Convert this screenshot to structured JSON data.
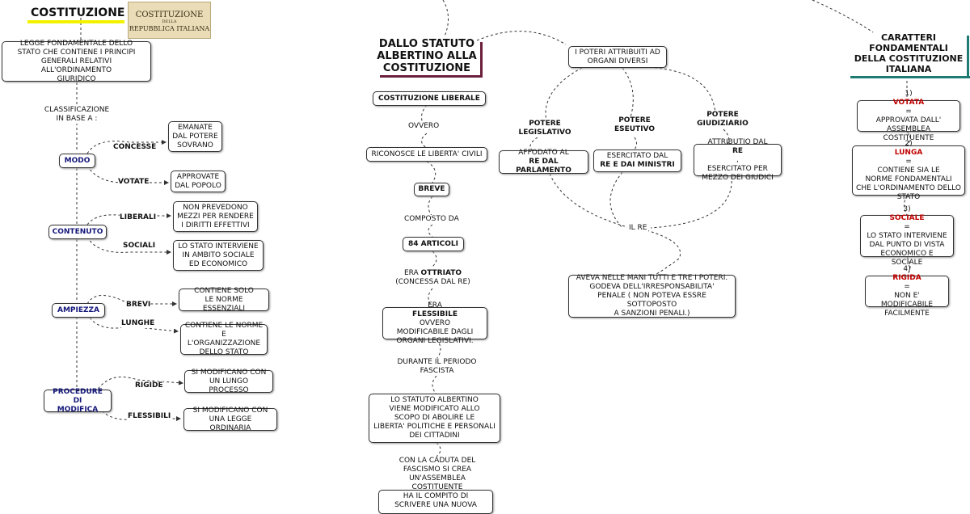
{
  "colors": {
    "navy": "#14177a",
    "red": "#c00000",
    "yellow_bar": "#f2f200",
    "plum_bar": "#6a1f3d",
    "teal_bar": "#1e7a72"
  },
  "left": {
    "title": "COSTITUZIONE",
    "image_text": {
      "l1": "COSTITUZIONE",
      "l2": "DELLA",
      "l3": "REPUBBLICA ITALIANA"
    },
    "definition": [
      "LEGGE FONDAMENTALE DELLO",
      "STATO CHE CONTIENE I PRINCIPI",
      "GENERALI RELATIVI ALL'ORDINAMENTO",
      "GIURIDICO"
    ],
    "classificazione": [
      "CLASSIFICAZIONE",
      "IN BASE A :"
    ],
    "modo": "MODO",
    "concesse": "CONCESSE",
    "concesse_box": [
      "EMANATE",
      "DAL POTERE",
      "SOVRANO"
    ],
    "votate": "VOTATE",
    "votate_box": [
      "APPROVATE",
      "DAL POPOLO"
    ],
    "contenuto": "CONTENUTO",
    "liberali": "LIBERALI",
    "liberali_box": [
      "NON PREVEDONO",
      "MEZZI PER RENDERE",
      "I DIRITTI EFFETTIVI"
    ],
    "sociali": "SOCIALI",
    "sociali_box": [
      "LO STATO INTERVIENE",
      "IN AMBITO SOCIALE",
      "ED ECONOMICO"
    ],
    "ampiezza": "AMPIEZZA",
    "brevi": "BREVI",
    "brevi_box": [
      "CONTIENE SOLO",
      "LE NORME ESSENZIALI"
    ],
    "lunghe": "LUNGHE",
    "lunghe_box": [
      "CONTIENE LE NORME",
      "E L'ORGANIZZAZIONE",
      "DELLO STATO"
    ],
    "procedure": [
      "PROCEDURE DI",
      "MODIFICA"
    ],
    "rigide": "RIGIDE",
    "rigide_box": [
      "SI MODIFICANO CON",
      "UN LUNGO PROCESSO"
    ],
    "flessibili": "FLESSIBILI",
    "flessibili_box": [
      "SI MODIFICANO CON",
      "UNA LEGGE ORDINARIA"
    ]
  },
  "middle": {
    "title": [
      "DALLO STATUTO",
      "ALBERTINO ALLA",
      "COSTITUZIONE"
    ],
    "liberale": "COSTITUZIONE LIBERALE",
    "ovvero": "OVVERO",
    "riconosce": "RICONOSCE LE LIBERTA' CIVILI",
    "breve": "BREVE",
    "composto": "COMPOSTO DA",
    "articoli": "84 ARTICOLI",
    "era_prefix": "ERA ",
    "era_bold": "OTTRIATO",
    "concessa": "(CONCESSA DAL RE)",
    "flex_prefix": "ERA ",
    "flex_bold": "FLESSIBILE",
    "flex_rest": " OVVERO",
    "flex_l2": "MODIFICABILE DAGLI",
    "flex_l3": "ORGANI LEGISLATIVI.",
    "durante": [
      "DURANTE IL",
      "PERIODO FASCISTA"
    ],
    "statuto_box": [
      "LO STATUTO ALBERTINO",
      "VIENE MODIFICATO ALLO",
      "SCOPO DI ABOLIRE LE",
      "LIBERTA' POLITICHE E PERSONALI",
      "DEI CITTADINI"
    ],
    "caduta": [
      "CON LA CADUTA DEL",
      "FASCISMO SI CREA",
      "UN'ASSEMBLEA COSTITUENTE"
    ],
    "compito": [
      "HA IL COMPITO DI",
      "SCRIVERE UNA NUOVA"
    ]
  },
  "poteri": {
    "top": [
      "I POTERI ATTRIBUITI AD",
      "ORGANI DIVERSI"
    ],
    "legislativo": [
      "POTERE",
      "LEGISLATIVO"
    ],
    "esecutivo": [
      "POTERE",
      "ESEUTIVO"
    ],
    "giudiziario": [
      "POTERE",
      "GIUDIZIARIO"
    ],
    "leg_prefix": "AFFODATO AL ",
    "leg_bold1": "RE DAL",
    "leg_bold2": "PARLAMENTO",
    "ese_l1": "ESERCITATO DAL",
    "ese_bold": "RE E DAI MINISTRI",
    "giu_prefix": "ATTRIBUTIO DAL ",
    "giu_bold": "RE",
    "giu_rest": " ,",
    "giu_l2": "ESERCITATO PER",
    "giu_l3": "MEZZO DEI GIUDICI",
    "il_re": "IL RE",
    "aveva": [
      "AVEVA NELLE MANI TUTTI E TRE I POTERI.",
      "GODEVA DELL'IRRESPONSABILITA'",
      "PENALE ( NON POTEVA ESSRE SOTTOPOSTO",
      "A SANZIONI PENALI.)"
    ]
  },
  "right": {
    "title": [
      "CARATTERI",
      "FONDAMENTALI",
      "DELLA COSTITUZIONE",
      "ITALIANA"
    ],
    "c1_num": "1) ",
    "c1_word": "VOTATA",
    "c1_rest": " =",
    "c1_l2": "APPROVATA DALL'",
    "c1_l3": "ASSEMBLEA COSTITUENTE",
    "c2_num": "2) ",
    "c2_word": "LUNGA",
    "c2_rest": " =",
    "c2_l2": "CONTIENE SIA LE",
    "c2_l3": "NORME FONDAMENTALI",
    "c2_l4": "CHE L'ORDINAMENTO DELLO",
    "c2_l5": "STATO",
    "c3_num": "3) ",
    "c3_word": "SOCIALE",
    "c3_rest": " =",
    "c3_l2": "LO STATO INTERVIENE",
    "c3_l3": "DAL PUNTO DI VISTA",
    "c3_l4": "ECONOMICO E SOCIALE",
    "c4_num": "4) ",
    "c4_word": "RIGIDA",
    "c4_rest": " =",
    "c4_l2": "NON E' MODIFICABILE",
    "c4_l3": "FACILMENTE"
  }
}
